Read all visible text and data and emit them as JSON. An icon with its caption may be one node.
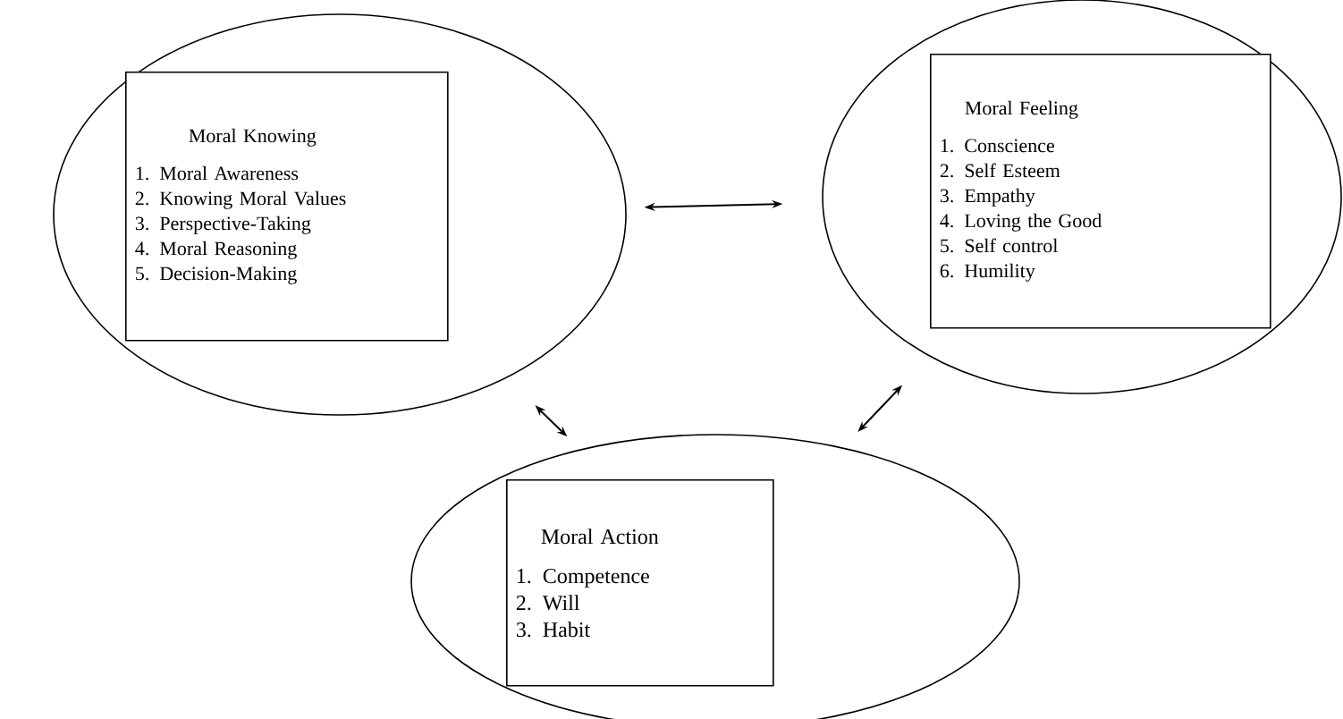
{
  "diagram": {
    "nodes": [
      {
        "text": [],
        "shape": "ellipse"
      },
      {
        "text": [
          "Moral Knowing",
          "1. Moral Awareness",
          "2. Knowing Moral Values",
          "3. Perspective-Taking",
          "4. Moral Reasoning",
          "5. Decision-Making"
        ],
        "in": 0
      },
      {
        "text": [],
        "shape": "ellipse"
      },
      {
        "text": [
          "Moral Feeling",
          "1. Conscience",
          "2. Self Esteem",
          "3. Empathy",
          "4. Loving the Good",
          "5. Self control",
          "6. Humility"
        ],
        "in": 2
      },
      {
        "text": [],
        "shape": "ellipse"
      },
      {
        "text": [
          "Moral Action",
          "1. Competence",
          "2. Will",
          "3. Habit"
        ],
        "in": 4
      }
    ],
    "edges": [
      {
        "from": 0,
        "to": 2,
        "arrow": "both"
      },
      {
        "from": 0,
        "to": 4,
        "arrow": "both"
      },
      {
        "from": 2,
        "to": 4,
        "arrow": "both"
      }
    ]
  }
}
